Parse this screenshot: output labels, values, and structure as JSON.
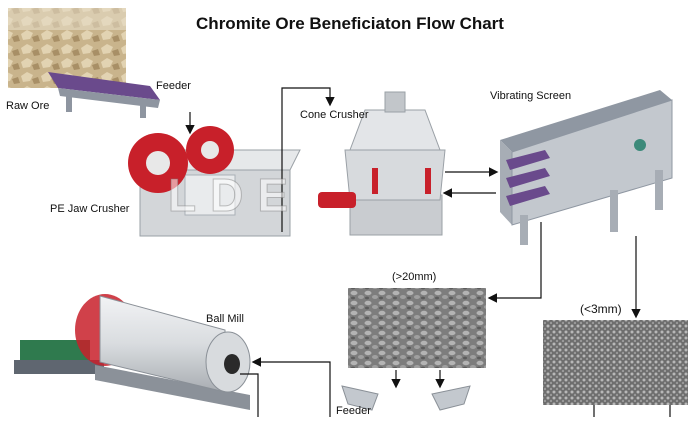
{
  "title": "Chromite Ore Beneficiaton Flow Chart",
  "labels": {
    "raw_ore": "Raw Ore",
    "feeder_top": "Feeder",
    "jaw_crusher": "PE Jaw Crusher",
    "cone_crusher": "Cone Crusher",
    "vibrating_screen": "Vibrating Screen",
    "ball_mill": "Ball Mill",
    "size_coarse": "(>20mm)",
    "size_fine": "(<3mm)",
    "feeder_bottom": "Feeder"
  },
  "watermark": "LDE",
  "colors": {
    "machine_red": "#c8202a",
    "machine_gray": "#cfd2d6",
    "conveyor_purple": "#6a4a8c",
    "gravel": "#8f8f8f",
    "arrow": "#111111"
  }
}
